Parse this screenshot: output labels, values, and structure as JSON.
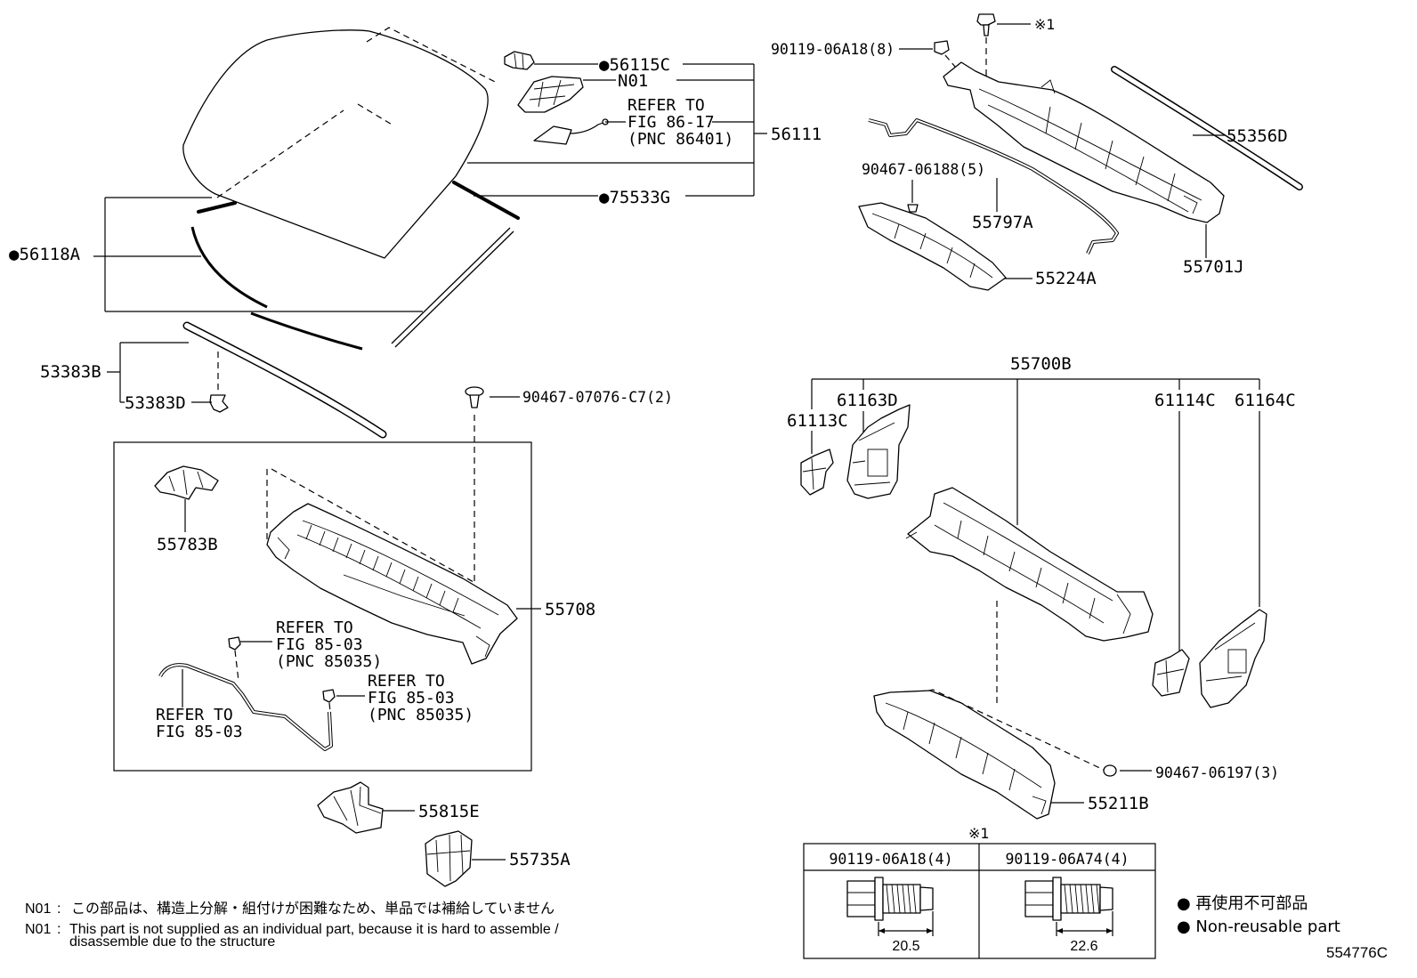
{
  "windshield": {
    "mirror_bracket": "●56115C",
    "note_part": "N01",
    "sensor_ref": {
      "l1": "REFER TO",
      "l2": "FIG 86-17",
      "l3": "(PNC 86401)"
    },
    "glass_assy": "56111",
    "dam": "●75533G",
    "molding_set": "●56118A"
  },
  "weatherstrip": {
    "assy": "53383B",
    "clip": "53383D"
  },
  "cowl_top": {
    "clip": "90467-07076-C7(2)",
    "bracket": "55783B",
    "panel": "55708",
    "ref_a": {
      "l1": "REFER TO",
      "l2": "FIG 85-03",
      "l3": "(PNC 85035)"
    },
    "ref_b": {
      "l1": "REFER TO",
      "l2": "FIG 85-03",
      "l3": "(PNC 85035)"
    },
    "ref_c": {
      "l1": "REFER TO",
      "l2": "FIG 85-03"
    }
  },
  "lower": {
    "brace": "55815E",
    "cover": "55735A"
  },
  "cowl_panel": {
    "mark_top": "※1",
    "bolt": "90119-06A18(8)",
    "seal": "55356D",
    "clip": "90467-06188(5)",
    "hose": "55797A",
    "panel": "55701J",
    "louver": "55224A"
  },
  "sub_assy": {
    "assy": "55700B",
    "p61163D": "61163D",
    "p61114C": "61114C",
    "p61164C": "61164C",
    "p61113C": "61113C",
    "clip": "90467-06197(3)",
    "panel": "55211B"
  },
  "bolt_table": {
    "mark": "※1",
    "col1": {
      "header": "90119-06A18(4)",
      "length": "20.5"
    },
    "col2": {
      "header": "90119-06A74(4)",
      "length": "22.6"
    }
  },
  "legend": {
    "jp": "● 再使用不可部品",
    "en": "● Non-reusable part"
  },
  "notes": [
    {
      "code": "N01",
      "sep": ":",
      "text": "この部品は、構造上分解・組付けが困難なため、単品では補給していません"
    },
    {
      "code": "N01",
      "sep": ":",
      "text": "This part is not supplied as an individual part, because it is hard to assemble /",
      "text2": "disassemble due to the structure"
    }
  ],
  "diagram_code": "554776C"
}
